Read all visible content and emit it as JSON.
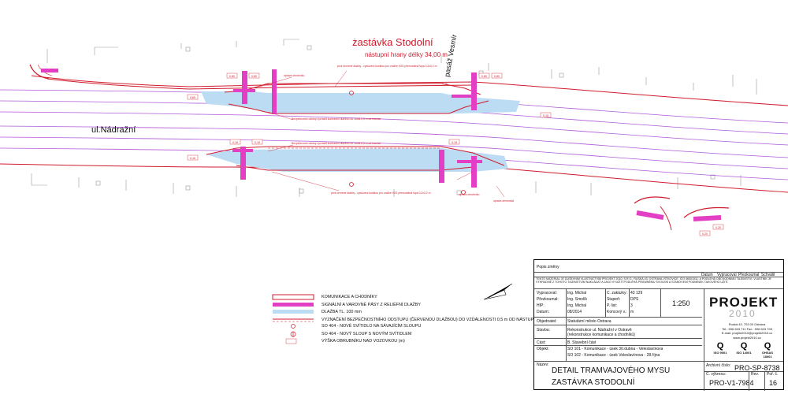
{
  "labels": {
    "stop_name": "zastávka Stodolní",
    "platform_length": "nástupní hrany délky 34,00 m",
    "passage": "pasáž Vesmír",
    "street": "ul.Nádražní"
  },
  "annotations": {
    "curb_change": "úprava obrubníku",
    "curb_change_lower": "úprava obrubníku",
    "red_tiles_top": "prvk červené dlažby - vyztužení kostkou pro vodiče HZS přemostěná šípa 0,2x0,2 m",
    "red_tiles_bottom": "prvk červené dlažby - vyztužení kostkou pro vodiče HZS přemostěná šípa 0,2x0,2 m",
    "safety_top": "Bezpečnostní odstup vyznačit kontrastní dlažbou do vzdál.0,5 m od hranice",
    "safety_bottom": "Bezpečnostní odstup vyznačit kontrastní dlažbou do vzdál.0,5 m od hranice",
    "curb_demount": "úprava demontáž"
  },
  "dimensions": [
    "0,80",
    "0,80",
    "0,80",
    "0,80",
    "0,65",
    "0,18",
    "0,16",
    "0,18",
    "0,16",
    "0,18",
    "0,20",
    "0,20"
  ],
  "legend": [
    "KOMUNIKACE A CHODNÍKY",
    "SIGNÁLNÍ A VAROVNÉ PÁSY Z RELIÉFNÍ DLAŽBY",
    "DLAŽBA TL. 100 mm",
    "VYZNAČENÍ BEZPEČNOSTNÍHO ODSTUPU (ČERVENOU DLAŽBOU) DO VZDÁLENOSTI 0,5 m OD NÁSTUPNÍ HRANY",
    "SO 404 - NOVÉ SVÍTIDLO NA SÁVAJÍCÍM SLOUPU",
    "SO 404 - NOVÝ SLOUP S NOVÝM SVÍTIDLEM",
    "VÝŠKA OBRUBNÍKU NAD VOZOVKOU (m)"
  ],
  "title_block": {
    "rev_header": [
      "Popis změny",
      "Datum",
      "Vypracoval",
      "Přezkoumal",
      "Schválil"
    ],
    "disclaimer": "TENTO MATERIÁL JE DUŠEVNÍM VLASTNICTVÍM PROJEKT 2010, S.R.O., RUSKÁ 43, OSTRAVA-VÍTKOVICE, IČO 46001511. A PODLÉHÁ OBCHODNÍMU TAJEMSTVÍ. VLASTNÍK JE VÝHRADNĚ Z TOHOTO TAJEMSTVÍM NAKLÁDAT A JAKO VYUŽITÍ PODLÉHÁ PÍSEMNÉMU SVOLENÍ A STANOVENÍ PODMÍNEK TAKOVÉHO UŽITÍ.",
    "people": [
      {
        "role": "Vypracoval:",
        "name": "Ing. Michal"
      },
      {
        "role": "Přezkoumal:",
        "name": "Ing. Šmolík"
      },
      {
        "role": "HIP:",
        "name": "Ing. Michal"
      },
      {
        "role": "Datum:",
        "name": "08/2014"
      }
    ],
    "meta": [
      {
        "key": "Č. zakázky:",
        "val": "43 129"
      },
      {
        "key": "Stupeň:",
        "val": "DPS"
      },
      {
        "key": "P. list:",
        "val": "3"
      },
      {
        "key": "Koncový v.:",
        "val": "m"
      }
    ],
    "scale": "1:250",
    "company": "PROJEKT",
    "company_year": "2010",
    "address": [
      "Ruská 43, 703 00 Ostrava",
      "Tel.: 596 603 711  Fax.: 596 603 728",
      "E-mail: projekt2010@projekt2010.cz",
      "www.projekt2010.cz"
    ],
    "iso": [
      {
        "q": "Q",
        "label": "ISO 9001"
      },
      {
        "q": "Q",
        "label": "ISO 14001"
      },
      {
        "q": "Q",
        "label": "OHSAS 18001"
      }
    ],
    "client_key": "Objednatel:",
    "client": "Statutární město Ostrava",
    "project_key": "Stavba:",
    "project_lines": [
      "Rekonstrukce ul. Nádražní v Ostravě",
      "(rekonstrukce komunikace a chodníků)"
    ],
    "part_key": "Část:",
    "part": "B. Stavební část",
    "object_key": "Objekt:",
    "objects": [
      "SO 101 - Komunikace - úsek 30.dubna - Veleslavínova",
      "SO 102 - Komunikace - úsek Veleslavínova - 28.října"
    ],
    "name_key": "Název:",
    "title_lines": [
      "DETAIL TRAMVAJOVÉHO MYSU",
      "ZASTÁVKA STODOLNÍ"
    ],
    "archive_key": "Archivní číslo:",
    "archive": "PRO-SP-8738",
    "drawing_key": "Č. výkresu:",
    "drawing": "PRO-V1-7984",
    "rev_key": "Rev.",
    "rev": "",
    "page_key": "Poř. č.",
    "page": "16"
  }
}
